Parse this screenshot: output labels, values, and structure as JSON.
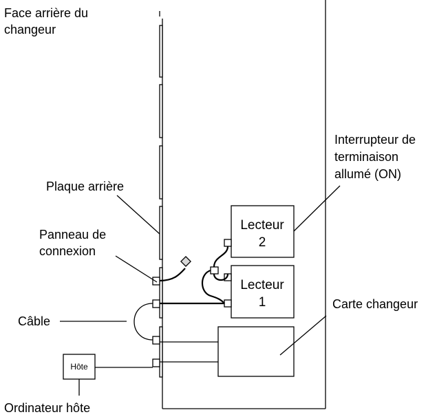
{
  "labels": {
    "rear_line1": "Face arrière du",
    "rear_line2": "changeur",
    "plaque": "Plaque arrière",
    "panneau_line1": "Panneau de",
    "panneau_line2": "connexion",
    "cable": "Câble",
    "ordinateur": "Ordinateur hôte",
    "interrupteur_line1": "Interrupteur de",
    "interrupteur_line2": "terminaison",
    "interrupteur_line3": "allumé (ON)",
    "carte": "Carte changeur"
  },
  "boxes": {
    "lecteur2_line1": "Lecteur",
    "lecteur2_line2": "2",
    "lecteur1_line1": "Lecteur",
    "lecteur1_line2": "1",
    "hote": "Hôte"
  },
  "colors": {
    "stroke": "#000000",
    "connector_grey": "#d8d8d8"
  }
}
